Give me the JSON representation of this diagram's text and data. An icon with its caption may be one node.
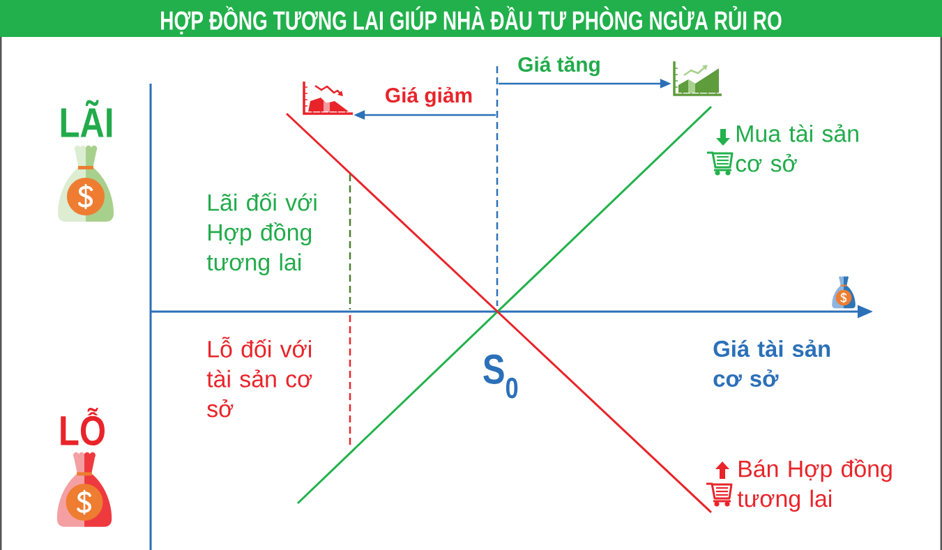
{
  "diagram": {
    "title": "HỢP ĐỒNG TƯƠNG LAI GIÚP NHÀ ĐẦU TƯ PHÒNG NGỪA RỦI RO",
    "nodes": [
      {
        "text": [],
        "shape": "picture"
      },
      {
        "text": [],
        "shape": "picture"
      }
    ],
    "edges": [
      {
        "from": null,
        "to": 1,
        "arrow": "to",
        "label": "Giá tăng"
      },
      {
        "from": null,
        "to": 0,
        "arrow": "to",
        "label": "Giá giảm"
      }
    ],
    "labels": [
      "LÃI",
      "Mua tài sản cơ sở",
      "Lãi đối với Hợp đồng tương lai",
      "Lỗ đối với tài sản cơ sở",
      "S$_{0}$",
      "Giá tài sản cơ sở",
      "LỖ",
      "Bán Hợp đồng tương lai"
    ]
  }
}
